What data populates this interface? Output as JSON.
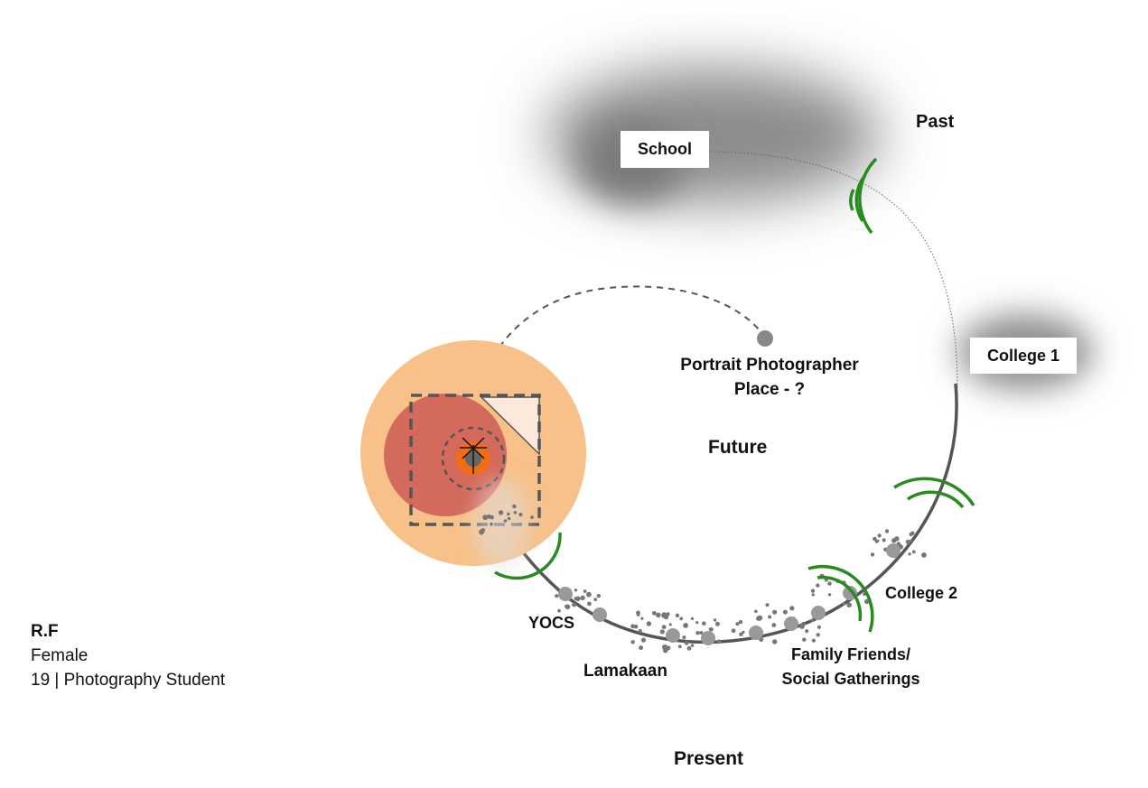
{
  "time_labels": {
    "past": "Past",
    "future": "Future",
    "present": "Present"
  },
  "places": {
    "school": "School",
    "college1": "College 1",
    "college2": "College 2",
    "yocs": "YOCS",
    "lamakaan": "Lamakaan",
    "family_friends_line1": "Family Friends/",
    "family_friends_line2": "Social Gatherings"
  },
  "goal": {
    "line1": "Portrait Photographer",
    "line2": "Place - ?"
  },
  "profile": {
    "name": "R.F",
    "gender": "Female",
    "details": "19 | Photography Student"
  },
  "colors": {
    "current_zone_outer": "#f8c189",
    "current_zone_inner": "#d46a5c",
    "current_marker": "#f06d13",
    "signal_green": "#2a8a22",
    "path_gray": "#555555",
    "shadow_gray": "#8a8a8a"
  }
}
